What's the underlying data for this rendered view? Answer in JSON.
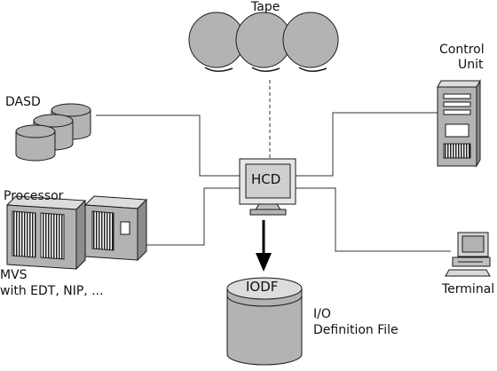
{
  "labels": {
    "tape": "Tape",
    "control_unit_line1": "Control",
    "control_unit_line2": "Unit",
    "dasd": "DASD",
    "processor": "Processor",
    "hcd": "HCD",
    "mvs_line1": "MVS",
    "mvs_line2": "with EDT, NIP, ...",
    "iodf": "IODF",
    "io_line1": "I/O",
    "io_line2": "Definition File",
    "terminal": "Terminal"
  },
  "colors": {
    "device_fill": "#b3b3b3",
    "screen_fill": "#d4d4d4",
    "outline": "#1a1a1a",
    "line": "#333333"
  },
  "icons": [
    "tape-reels-icon",
    "dasd-stack-icon",
    "control-unit-tower-icon",
    "processor-frames-icon",
    "hcd-monitor-icon",
    "iodf-cylinder-icon",
    "terminal-computer-icon"
  ]
}
